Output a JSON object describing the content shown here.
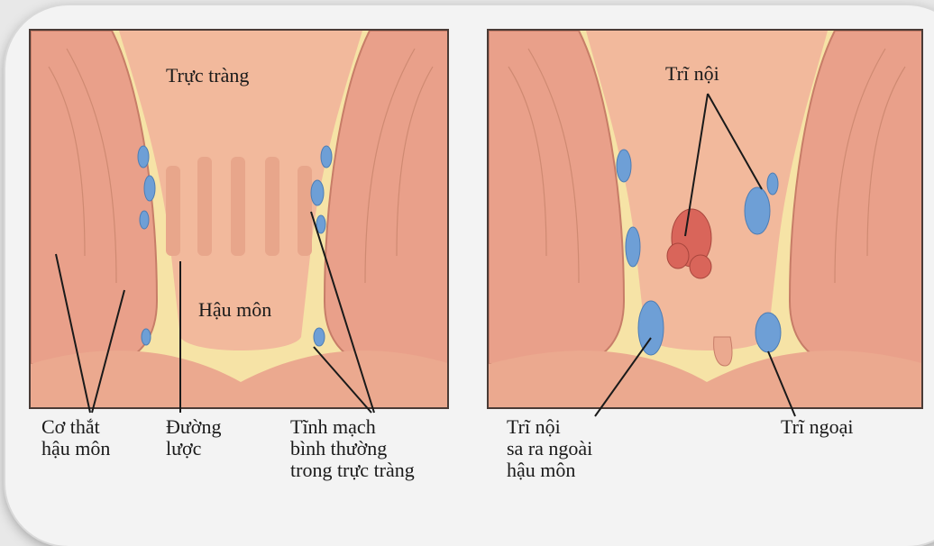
{
  "left_panel": {
    "labels": {
      "rectum": "Trực tràng",
      "anus": "Hậu môn"
    },
    "captions": {
      "sphincter": "Cơ thắt\nhậu môn",
      "pectinate_line": "Đường\nlược",
      "normal_veins": "Tĩnh mạch\nbình thường\ntrong trực tràng"
    }
  },
  "right_panel": {
    "labels": {
      "internal_hemorrhoid": "Trĩ nội"
    },
    "captions": {
      "prolapsed_internal": "Trĩ nội\nsa ra ngoài\nhậu môn",
      "external_hemorrhoid": "Trĩ ngoại"
    }
  },
  "colors": {
    "tissue": "#f2b99c",
    "muscle": "#e9a08a",
    "fat": "#f6e3a6",
    "vein": "#6e9fd6",
    "outline": "#4a3b36"
  }
}
